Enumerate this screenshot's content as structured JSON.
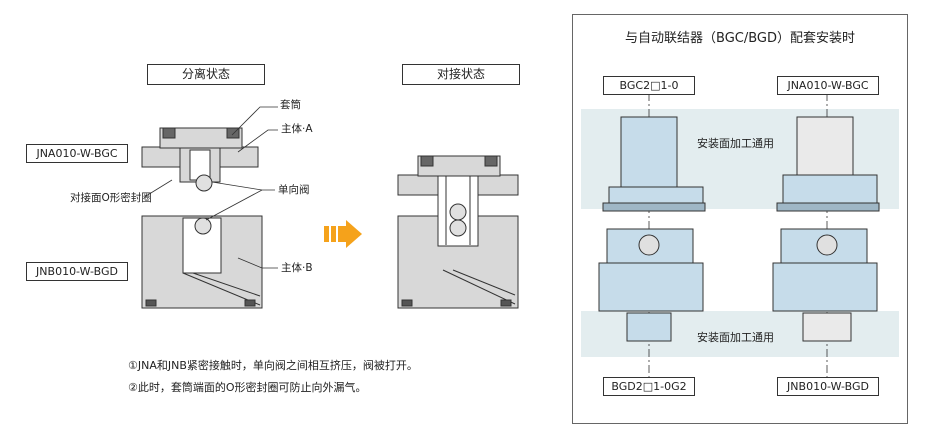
{
  "left": {
    "state_separated": "分离状态",
    "state_connected": "对接状态",
    "part_jna": "JNA010-W-BGC",
    "part_jnb": "JNB010-W-BGD",
    "callout_sleeve": "套筒",
    "callout_body_a": "主体·A",
    "callout_oring": "对接面O形密封圈",
    "callout_valve": "单向阀",
    "callout_body_b": "主体·B",
    "note1": "①JNA和JNB紧密接触时，单向阀之间相互挤压，阀被打开。",
    "note2": "②此时，套筒端面的O形密封圈可防止向外漏气。"
  },
  "right": {
    "title": "与自动联结器（BGC/BGD）配套安装时",
    "top_left_label": "BGC2□1-0",
    "top_right_label": "JNA010-W-BGC",
    "bottom_left_label": "BGD2□1-0G2",
    "bottom_right_label": "JNB010-W-BGD",
    "band_top": "安装面加工通用",
    "band_bottom": "安装面加工通用"
  },
  "colors": {
    "body_fill": "#d8d8d8",
    "body_dark": "#9a9a9a",
    "arrow": "#f5a21b",
    "band": "#e3edef",
    "part_blue": "#c6dcea",
    "outline": "#333333"
  }
}
